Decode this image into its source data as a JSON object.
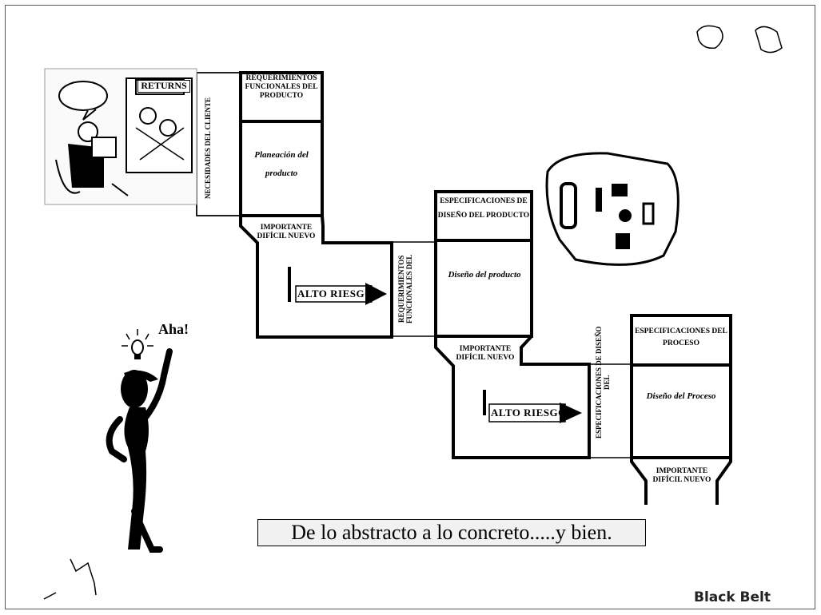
{
  "diagram": {
    "box1_title": "REQUERIMIENTOS FUNCIONALES DEL PRODUCTO",
    "box1_side": "NECESIDADES DEL CLIENTE",
    "box1_center": "Planeación del producto",
    "funnel1": "IMPORTANTE DIFÍCIL NUEVO",
    "risk1": "ALTO RIESGO",
    "box2_side": "REQUERIMIENTOS FUNCIONALES DEL",
    "box2_title": "ESPECIFICACIONES DE DISEÑO DEL PRODUCTO",
    "box2_center": "Diseño del producto",
    "funnel2": "IMPORTANTE DIFÍCIL NUEVO",
    "risk2": "ALTO RIESGO",
    "box3_side": "ESPECIFICACIONES DE DISEÑO DEL",
    "box3_title": "ESPECIFICACIONES DEL PROCESO",
    "box3_center": "Diseño del Proceso",
    "funnel3": "IMPORTANTE DIFÍCIL NUEVO"
  },
  "illustration": {
    "comic_sign": "RETURNS",
    "exclamation": "Aha!"
  },
  "caption": "De lo abstracto a lo concreto.....y bien.",
  "footer_brand": "Black Belt"
}
